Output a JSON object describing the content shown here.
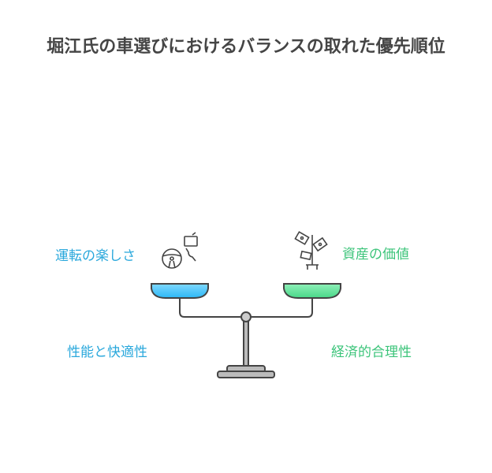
{
  "title": "堀江氏の車選びにおけるバランスの取れた優先順位",
  "left": {
    "top_label": "運転の楽しさ",
    "bottom_label": "性能と快適性",
    "icon": "steering-wheel-mirror-icon",
    "color": "#2aa8dc"
  },
  "right": {
    "top_label": "資産の価値",
    "bottom_label": "経済的合理性",
    "icon": "money-plant-icon",
    "color": "#3cc47a"
  }
}
